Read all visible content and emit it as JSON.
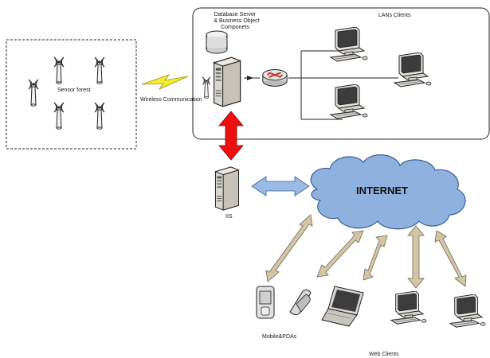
{
  "labels": {
    "db_server_line1": "Database Server",
    "db_server_line2": "& Business Object",
    "db_server_line3": "Componets",
    "lan_clients": "LANs Clients",
    "sensor_forest": "Sensor forest",
    "wireless": "Wireless Communication",
    "iis": "IIS",
    "internet": "INTERNET",
    "mobile": "Mobile&PDAs",
    "web_clients": "Web Clients"
  },
  "colors": {
    "cloud_fill": "#8fb1e0",
    "cloud_stroke": "#3a5e96",
    "red_arrow": "#ee1010",
    "blue_arrow": "#9bbbe6",
    "tan_arrow": "#d2c6a6",
    "lightning": "#f6ee2c"
  },
  "icons": {
    "sensor": "antenna-sensor-icon",
    "server": "server-tower-icon",
    "database": "database-cylinder-icon",
    "router": "router-icon",
    "desktop": "desktop-computer-icon",
    "phone": "mobile-phone-icon",
    "flip_phone": "flip-phone-icon",
    "laptop": "laptop-icon"
  }
}
